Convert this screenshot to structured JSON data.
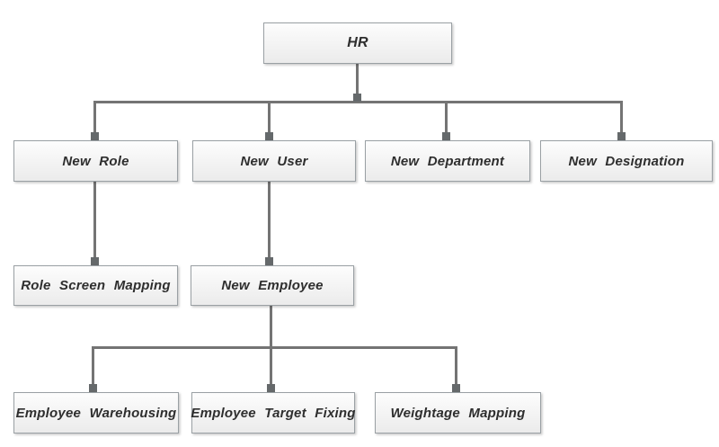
{
  "theme": {
    "connector_color": "#747474",
    "marker_color": "#65696b",
    "node_border": "#9aa0a4",
    "node_fill_top": "#fdfdfd",
    "node_fill_bottom": "#ebebeb",
    "node_text": "#2e2e2e",
    "background": "#ffffff"
  },
  "diagram": {
    "type": "org-chart",
    "root_label": "HR",
    "nodes": [
      {
        "id": "hr",
        "label": "HR",
        "parent": null
      },
      {
        "id": "new-role",
        "label": "New Role",
        "parent": "hr"
      },
      {
        "id": "new-user",
        "label": "New User",
        "parent": "hr"
      },
      {
        "id": "new-department",
        "label": "New Department",
        "parent": "hr"
      },
      {
        "id": "new-designation",
        "label": "New Designation",
        "parent": "hr"
      },
      {
        "id": "role-screen-mapping",
        "label": "Role Screen Mapping",
        "parent": "new-role"
      },
      {
        "id": "new-employee",
        "label": "New Employee",
        "parent": "new-user"
      },
      {
        "id": "employee-warehousing",
        "label": "Employee Warehousing",
        "parent": "new-employee"
      },
      {
        "id": "employee-target-fixing",
        "label": "Employee Target Fixing",
        "parent": "new-employee"
      },
      {
        "id": "weightage-mapping",
        "label": "Weightage Mapping",
        "parent": "new-employee"
      }
    ]
  }
}
